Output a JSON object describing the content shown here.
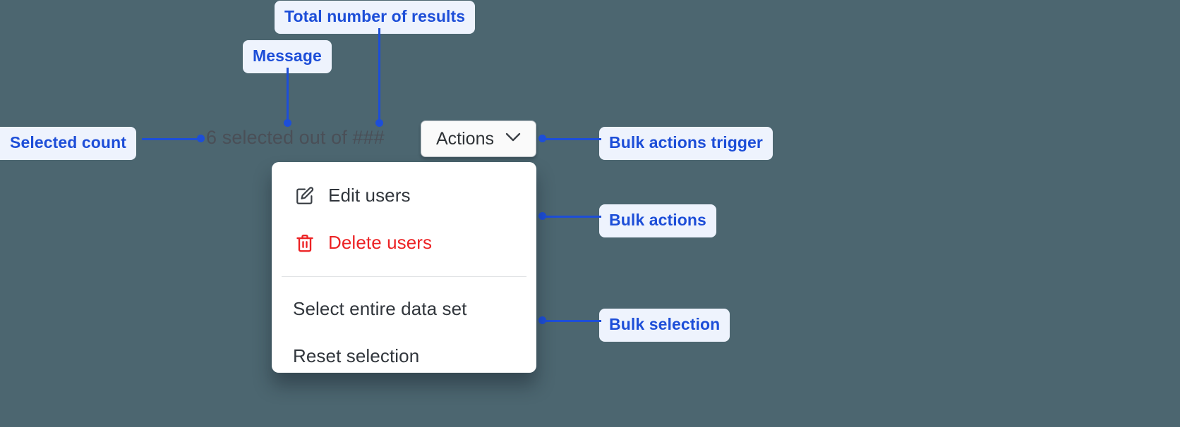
{
  "background_color": "#4c6670",
  "accent_color": "#1d4ed8",
  "chip_background": "#eef3fd",
  "danger_color": "#ec2224",
  "annotations": [
    {
      "id": "total-results",
      "label": "Total number of results"
    },
    {
      "id": "message",
      "label": "Message"
    },
    {
      "id": "selected-count",
      "label": "Selected count"
    },
    {
      "id": "bulk-actions-trigger",
      "label": "Bulk actions trigger"
    },
    {
      "id": "bulk-actions",
      "label": "Bulk actions"
    },
    {
      "id": "bulk-selection",
      "label": "Bulk selection"
    }
  ],
  "selection_bar": {
    "count": "6",
    "message_text": "6 selected out of ###",
    "total_placeholder": "###"
  },
  "actions_button": {
    "label": "Actions",
    "icon": "chevron-down-icon"
  },
  "menu": {
    "bulk_actions": [
      {
        "label": "Edit users",
        "icon": "edit-icon",
        "danger": false
      },
      {
        "label": "Delete users",
        "icon": "trash-icon",
        "danger": true
      }
    ],
    "bulk_selection": [
      {
        "label": "Select entire data set",
        "icon": null,
        "danger": false
      },
      {
        "label": "Reset selection",
        "icon": null,
        "danger": false
      }
    ]
  }
}
